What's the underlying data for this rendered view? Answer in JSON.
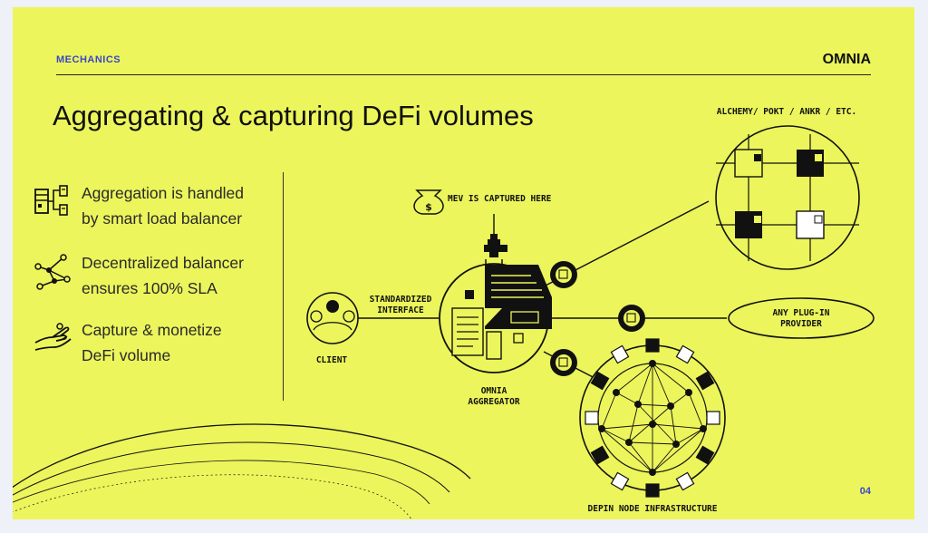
{
  "header": {
    "section": "MECHANICS",
    "brand": "OMNIA"
  },
  "title": "Aggregating & capturing DeFi volumes",
  "bullets": [
    {
      "icon": "server-balancer-icon",
      "line1": "Aggregation is handled",
      "line2": "by smart load balancer"
    },
    {
      "icon": "network-nodes-icon",
      "line1": "Decentralized balancer",
      "line2": "ensures 100% SLA"
    },
    {
      "icon": "hand-capture-icon",
      "line1": "Capture & monetize",
      "line2": "DeFi volume"
    }
  ],
  "diagram": {
    "providers_label": "ALCHEMY/ POKT /  ANKR / ETC.",
    "mev_label": "MEV IS CAPTURED HERE",
    "interface_line1": "STANDARDIZED",
    "interface_line2": "INTERFACE",
    "client_label": "CLIENT",
    "aggregator_line1": "OMNIA",
    "aggregator_line2": "AGGREGATOR",
    "plugin_line1": "ANY PLUG-IN",
    "plugin_line2": "PROVIDER",
    "depin_label": "DEPIN NODE INFRASTRUCTURE"
  },
  "page_number": "04"
}
